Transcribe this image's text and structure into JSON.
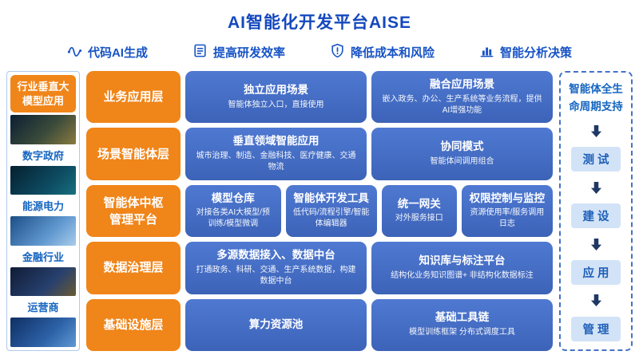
{
  "title": "AI智能化开发平台AISE",
  "colors": {
    "title_blue": "#1448BE",
    "accent_orange": "#F08519",
    "box_blue": "#4472C4",
    "stage_bg": "#D3E3F7",
    "arrow_navy": "#1F3864"
  },
  "features": [
    {
      "label": "代码AI生成",
      "icon": "code-wave-icon"
    },
    {
      "label": "提高研发效率",
      "icon": "document-icon"
    },
    {
      "label": "降低成本和风险",
      "icon": "shield-alert-icon"
    },
    {
      "label": "智能分析决策",
      "icon": "bar-chart-icon"
    }
  ],
  "industry_sidebar": {
    "title": "行业垂直大\n模型应用",
    "items": [
      "数字政府",
      "能源电力",
      "金融行业",
      "运营商"
    ]
  },
  "layers": [
    {
      "label": "业务应用层",
      "boxes": [
        {
          "title": "独立应用场景",
          "desc": "智能体独立入口，直接使用"
        },
        {
          "title": "融合应用场景",
          "desc": "嵌入政务、办公、生产系统等业务流程，提供AI增强功能"
        }
      ]
    },
    {
      "label": "场景智能体层",
      "boxes": [
        {
          "title": "垂直领域智能应用",
          "desc": "城市治理、制造、金融科技、医疗健康、交通物流"
        },
        {
          "title": "协同模式",
          "desc": "智能体间调用组合"
        }
      ]
    },
    {
      "label": "智能体中枢\n管理平台",
      "boxes": [
        {
          "title": "模型仓库",
          "desc": "对接各类AI大模型/预训练/模型微调"
        },
        {
          "title": "智能体开发工具",
          "desc": "低代码/流程引擎/智能体编辑器"
        },
        {
          "title": "统一网关",
          "desc": "对外服务接口"
        },
        {
          "title": "权限控制与监控",
          "desc": "资源使用率/服务调用日志"
        }
      ]
    },
    {
      "label": "数据治理层",
      "boxes": [
        {
          "title": "多源数据接入、数据中台",
          "desc": "打通政务、科研、交通、生产系统数据，构建数据中台"
        },
        {
          "title": "知识库与标注平台",
          "desc": "结构化业务知识图谱+ 非结构化数据标注"
        }
      ]
    },
    {
      "label": "基础设施层",
      "boxes": [
        {
          "title": "算力资源池",
          "desc": ""
        },
        {
          "title": "基础工具链",
          "desc": "模型训练框架 分布式调度工具"
        }
      ]
    }
  ],
  "lifecycle": {
    "title": "智能体全生\n命周期支持",
    "stages": [
      "测 试",
      "建 设",
      "应 用",
      "管 理"
    ]
  }
}
